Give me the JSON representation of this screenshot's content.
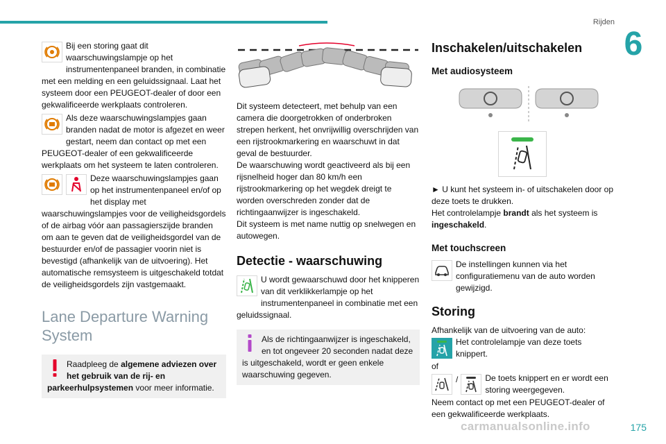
{
  "header": {
    "section": "Rijden",
    "chapter": "6"
  },
  "footer": {
    "page": "175",
    "watermark": "carmanualsonline.info"
  },
  "col1": {
    "p1": "Bij een storing gaat dit waarschuwingslampje op het instrumentenpaneel branden, in combinatie met een melding en een geluidssignaal. Laat het systeem door een PEUGEOT-dealer of door een gekwalificeerde werkplaats controleren.",
    "p2": "Als deze waarschuwingslampjes gaan branden nadat de motor is afgezet en weer gestart, neem dan contact op met een PEUGEOT-dealer of een gekwalificeerde werkplaats om het systeem te laten controleren.",
    "p3": "Deze waarschuwingslampjes gaan op het instrumentenpaneel en/of op het display met waarschuwingslampjes voor de veiligheidsgordels of de airbag vóór aan passagierszijde branden om aan te geven dat de veiligheidsgordel van de bestuurder en/of de passagier voorin niet is bevestigd (afhankelijk van de uitvoering). Het automatische remsysteem is uitgeschakeld totdat de veiligheidsgordels zijn vastgemaakt.",
    "title": "Lane Departure Warning System",
    "note_pre": "Raadpleeg de ",
    "note_bold": "algemene adviezen over het gebruik van de rij- en parkeerhulpsystemen",
    "note_post": " voor meer informatie."
  },
  "col2": {
    "p1": "Dit systeem detecteert, met behulp van een camera die doorgetrokken of onderbroken strepen herkent, het onvrijwillig overschrijden van een rijstrookmarkering en waarschuwt in dat geval de bestuurder.",
    "p2": "De waarschuwing wordt geactiveerd als bij een rijsnelheid hoger dan 80 km/h een rijstrookmarkering op het wegdek dreigt te worden overschreden zonder dat de richtingaanwijzer is ingeschakeld.",
    "p3": "Dit systeem is met name nuttig op snelwegen en autowegen.",
    "heading": "Detectie - waarschuwing",
    "p4": "U wordt gewaarschuwd door het knipperen van dit verklikkerlampje op het instrumentenpaneel in combinatie met een geluidssignaal.",
    "note": "Als de richtingaanwijzer is ingeschakeld, en tot ongeveer 20 seconden nadat deze is uitgeschakeld, wordt er geen enkele waarschuwing gegeven."
  },
  "col3": {
    "heading": "Inschakelen/uitschakelen",
    "sub1": "Met audiosysteem",
    "p1": "► U kunt het systeem in- of uitschakelen door op deze toets te drukken.",
    "p2_pre": "Het controlelampje ",
    "p2_bold1": "brandt",
    "p2_mid": " als het systeem is ",
    "p2_bold2": "ingeschakeld",
    "p2_post": ".",
    "sub2": "Met touchscreen",
    "p3": "De instellingen kunnen via het configuratiemenu van de auto worden gewijzigd.",
    "heading2": "Storing",
    "p4": "Afhankelijk van de uitvoering van de auto:",
    "p5": "Het controlelampje van deze toets knippert.",
    "p6": "of",
    "slash": "/",
    "p7": "De toets knippert en er wordt een storing weergegeven.",
    "p8": "Neem contact op met een PEUGEOT-dealer of een gekwalificeerde werkplaats."
  },
  "colors": {
    "accent": "#25a3a8",
    "warning": "#e07b00",
    "alert": "#e4002b",
    "info": "#b34ac9",
    "green": "#3bb54a"
  }
}
